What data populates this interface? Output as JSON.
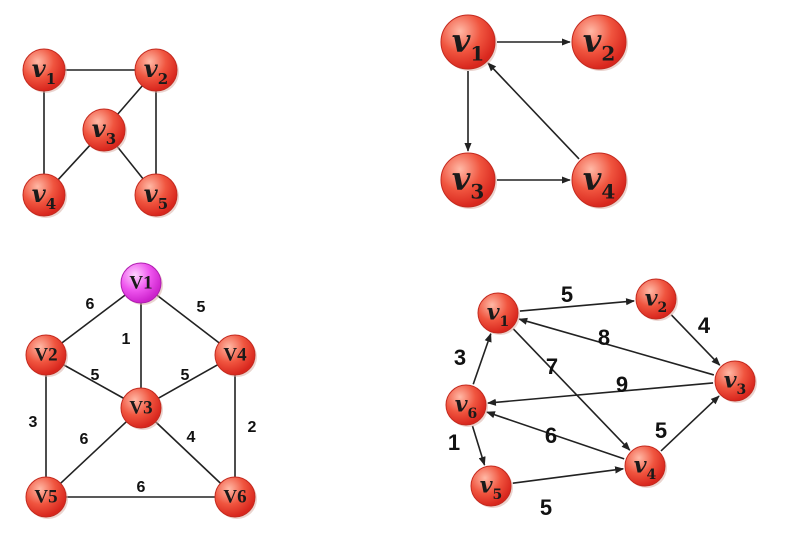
{
  "colors": {
    "node_fill_light": "#ffb9a6",
    "node_fill_dark": "#e8372a",
    "node_highlight_light": "#ffd2ff",
    "node_highlight_dark": "#dd33dd",
    "edge": "#222222",
    "highlight_edge": "#0000dd"
  },
  "graphs": [
    {
      "id": "undirected-graph",
      "nodes": [
        {
          "id": "g1-v1",
          "base": "v",
          "sub": "1"
        },
        {
          "id": "g1-v2",
          "base": "v",
          "sub": "2"
        },
        {
          "id": "g1-v3",
          "base": "v",
          "sub": "3"
        },
        {
          "id": "g1-v4",
          "base": "v",
          "sub": "4"
        },
        {
          "id": "g1-v5",
          "base": "v",
          "sub": "5"
        }
      ],
      "edges": [
        {
          "from": "g1-v1",
          "to": "g1-v2"
        },
        {
          "from": "g1-v1",
          "to": "g1-v4"
        },
        {
          "from": "g1-v2",
          "to": "g1-v3"
        },
        {
          "from": "g1-v2",
          "to": "g1-v5"
        },
        {
          "from": "g1-v3",
          "to": "g1-v4"
        },
        {
          "from": "g1-v3",
          "to": "g1-v5"
        }
      ]
    },
    {
      "id": "directed-graph",
      "nodes": [
        {
          "id": "g2-v1",
          "base": "v",
          "sub": "1"
        },
        {
          "id": "g2-v2",
          "base": "v",
          "sub": "2"
        },
        {
          "id": "g2-v3",
          "base": "v",
          "sub": "3"
        },
        {
          "id": "g2-v4",
          "base": "v",
          "sub": "4"
        }
      ],
      "edges": [
        {
          "from": "g2-v1",
          "to": "g2-v2",
          "directed": true
        },
        {
          "from": "g2-v1",
          "to": "g2-v3",
          "directed": true
        },
        {
          "from": "g2-v3",
          "to": "g2-v4",
          "directed": true
        },
        {
          "from": "g2-v4",
          "to": "g2-v1",
          "directed": true
        }
      ]
    },
    {
      "id": "weighted-undirected-graph",
      "nodes": [
        {
          "id": "g3-V1",
          "base": "V1",
          "sub": "",
          "highlight": true
        },
        {
          "id": "g3-V2",
          "base": "V2",
          "sub": ""
        },
        {
          "id": "g3-V3",
          "base": "V3",
          "sub": ""
        },
        {
          "id": "g3-V4",
          "base": "V4",
          "sub": ""
        },
        {
          "id": "g3-V5",
          "base": "V5",
          "sub": ""
        },
        {
          "id": "g3-V6",
          "base": "V6",
          "sub": ""
        }
      ],
      "edges": [
        {
          "from": "g3-V1",
          "to": "g3-V2",
          "weight": "6"
        },
        {
          "from": "g3-V1",
          "to": "g3-V3",
          "weight": "1",
          "highlight": true
        },
        {
          "from": "g3-V1",
          "to": "g3-V4",
          "weight": "5"
        },
        {
          "from": "g3-V2",
          "to": "g3-V3",
          "weight": "5"
        },
        {
          "from": "g3-V2",
          "to": "g3-V5",
          "weight": "3"
        },
        {
          "from": "g3-V3",
          "to": "g3-V4",
          "weight": "5"
        },
        {
          "from": "g3-V3",
          "to": "g3-V5",
          "weight": "6"
        },
        {
          "from": "g3-V3",
          "to": "g3-V6",
          "weight": "4"
        },
        {
          "from": "g3-V4",
          "to": "g3-V6",
          "weight": "2"
        },
        {
          "from": "g3-V5",
          "to": "g3-V6",
          "weight": "6"
        }
      ]
    },
    {
      "id": "weighted-directed-graph",
      "nodes": [
        {
          "id": "g4-v1",
          "base": "v",
          "sub": "1"
        },
        {
          "id": "g4-v2",
          "base": "v",
          "sub": "2"
        },
        {
          "id": "g4-v3",
          "base": "v",
          "sub": "3"
        },
        {
          "id": "g4-v4",
          "base": "v",
          "sub": "4"
        },
        {
          "id": "g4-v5",
          "base": "v",
          "sub": "5"
        },
        {
          "id": "g4-v6",
          "base": "v",
          "sub": "6"
        }
      ],
      "edges": [
        {
          "from": "g4-v1",
          "to": "g4-v2",
          "weight": "5",
          "directed": true
        },
        {
          "from": "g4-v2",
          "to": "g4-v3",
          "weight": "4",
          "directed": true
        },
        {
          "from": "g4-v3",
          "to": "g4-v1",
          "weight": "8",
          "directed": true
        },
        {
          "from": "g4-v3",
          "to": "g4-v6",
          "weight": "9",
          "directed": true
        },
        {
          "from": "g4-v1",
          "to": "g4-v4",
          "weight": "7",
          "directed": true
        },
        {
          "from": "g4-v4",
          "to": "g4-v3",
          "weight": "5",
          "directed": true
        },
        {
          "from": "g4-v4",
          "to": "g4-v6",
          "weight": "6",
          "directed": true
        },
        {
          "from": "g4-v6",
          "to": "g4-v1",
          "weight": "3",
          "directed": true
        },
        {
          "from": "g4-v6",
          "to": "g4-v5",
          "weight": "1",
          "directed": true
        },
        {
          "from": "g4-v5",
          "to": "g4-v4",
          "weight": "5",
          "directed": true
        }
      ]
    }
  ]
}
